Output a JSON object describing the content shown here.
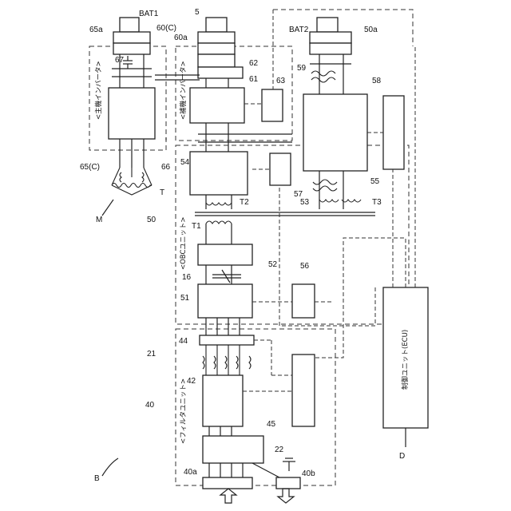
{
  "figure": {
    "label": "B",
    "labels": {
      "bat1": "BAT1",
      "bat2": "BAT2",
      "n5": "5",
      "n65a": "65a",
      "n60": "60(C)",
      "n60a": "60a",
      "n50a": "50a",
      "n67": "67",
      "n62": "62",
      "n61": "61",
      "n63": "63",
      "n59": "59",
      "n58": "58",
      "n65c": "65(C)",
      "n66": "66",
      "n54": "54",
      "n57": "57",
      "n53": "53",
      "n55": "55",
      "T": "T",
      "T1": "T1",
      "T2": "T2",
      "T3": "T3",
      "n50": "50",
      "n52": "52",
      "n56": "56",
      "n16": "16",
      "n51": "51",
      "n44": "44",
      "n21": "21",
      "n42": "42",
      "n40": "40",
      "n45": "45",
      "n22": "22",
      "n40a": "40a",
      "n40b": "40b",
      "M": "M",
      "D": "D"
    },
    "captions": {
      "main_inverter": "<主機インバータ>",
      "aux_inverter": "<補機インバータ>",
      "obc_unit": "<OBCユニット>",
      "filter_unit": "<フィルタユニット>",
      "ecu": "制御ユニット(ECU)"
    }
  }
}
